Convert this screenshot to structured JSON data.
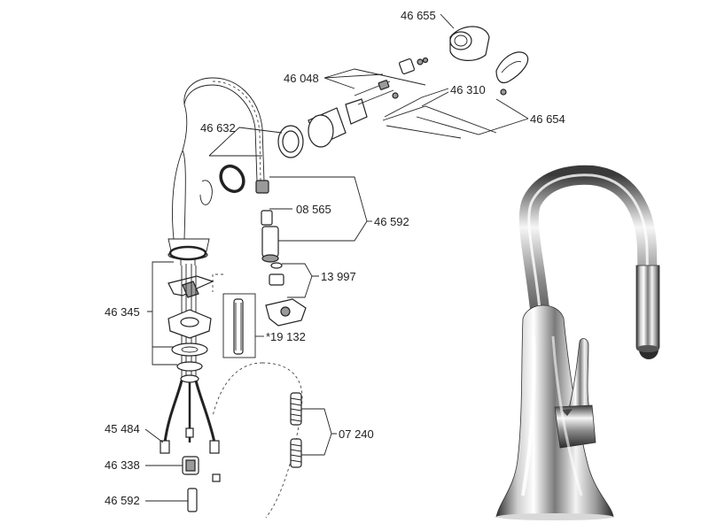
{
  "part_labels": {
    "p46655": "46 655",
    "p46048": "46 048",
    "p46310": "46 310",
    "p46654": "46 654",
    "p46632": "46 632",
    "p08565": "08 565",
    "p46592a": "46 592",
    "p13997": "13 997",
    "p46345": "46 345",
    "p19132": "*19 132",
    "p45484": "45 484",
    "p07240": "07 240",
    "p46338": "46 338",
    "p46592b": "46 592"
  },
  "colors": {
    "line": "#222222",
    "chrome_dark": "#3a3a3a",
    "chrome_light": "#f2f2f2"
  }
}
